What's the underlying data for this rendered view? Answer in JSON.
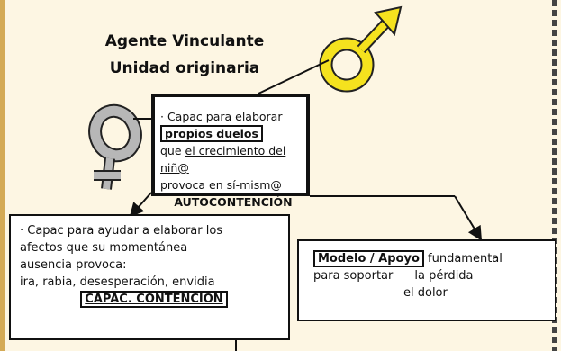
{
  "title_line1": "Agente Vinculante",
  "title_line2": "Unidad originaria",
  "center_box": {
    "l1_prefix": "· Capac para  elaborar ",
    "l1_highlight": "propios duelos",
    "l2_prefix": "que ",
    "l2_underlined": "el crecimiento del niñ@",
    "l3": "provoca en sí-mism@",
    "l4": "AUTOCONTENCIÓN"
  },
  "left_box": {
    "l1": "· Capac para ayudar a elaborar los",
    "l2": "afectos que su momentánea",
    "l3": "ausencia provoca:",
    "l4": "ira, rabia, desesperación, envidia",
    "l5": "CAPAC. CONTENCIÓN"
  },
  "right_box": {
    "l1_highlight": "Modelo / Apoyo",
    "l1_suffix": " fundamental",
    "l2_a": "para soportar",
    "l2_b": "la pérdida",
    "l3": "el dolor"
  },
  "colors": {
    "gold": "#d4aa55",
    "gold_fill": "#f5e21e",
    "silver_fill": "#b7b7b7"
  },
  "icons": [
    "male-symbol-icon",
    "female-symbol-icon"
  ]
}
